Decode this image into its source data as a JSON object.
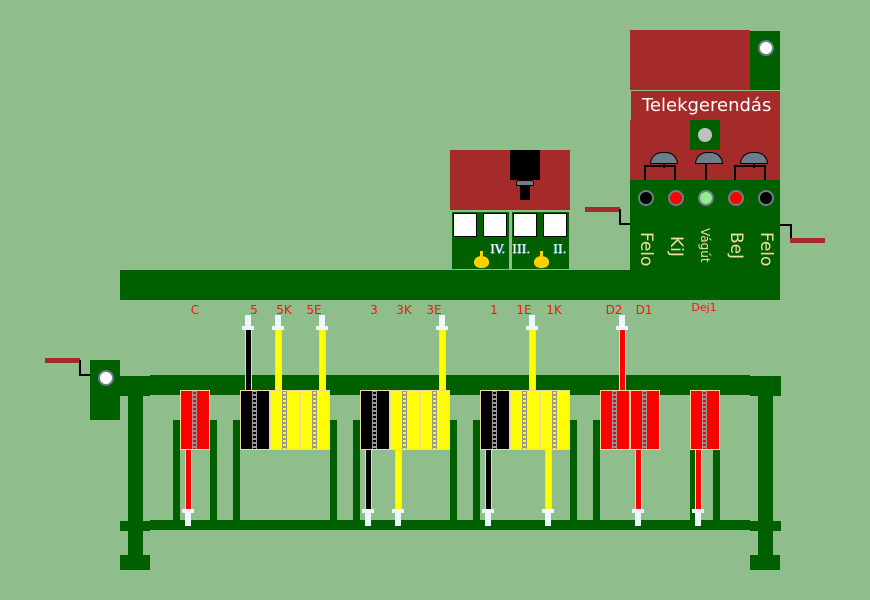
{
  "panel": {
    "title": "Telekgerendás",
    "lamps": [
      {
        "name": "Felo",
        "color": "#000000",
        "label": "Felo"
      },
      {
        "name": "KiJ",
        "color": "#ff0000",
        "label": "KiJ"
      },
      {
        "name": "Vagut",
        "color": "#90ee90",
        "label": "Vágút"
      },
      {
        "name": "BeJ",
        "color": "#ff0000",
        "label": "BeJ"
      },
      {
        "name": "Felo2",
        "color": "#000000",
        "label": "Felo"
      }
    ]
  },
  "station_block": {
    "tracks": [
      "IV.",
      "III.",
      "II."
    ]
  },
  "levers": {
    "labels": [
      "C",
      "5",
      "5K",
      "5E",
      "3",
      "3K",
      "3E",
      "1",
      "1E",
      "1K",
      "D2",
      "D1",
      "Dej1"
    ]
  },
  "colors": {
    "background": "#8fbe8c",
    "frame": "#006000",
    "brown": "#a52a2a",
    "red": "#ff0000",
    "yellow": "#ffff00",
    "black": "#000000"
  }
}
